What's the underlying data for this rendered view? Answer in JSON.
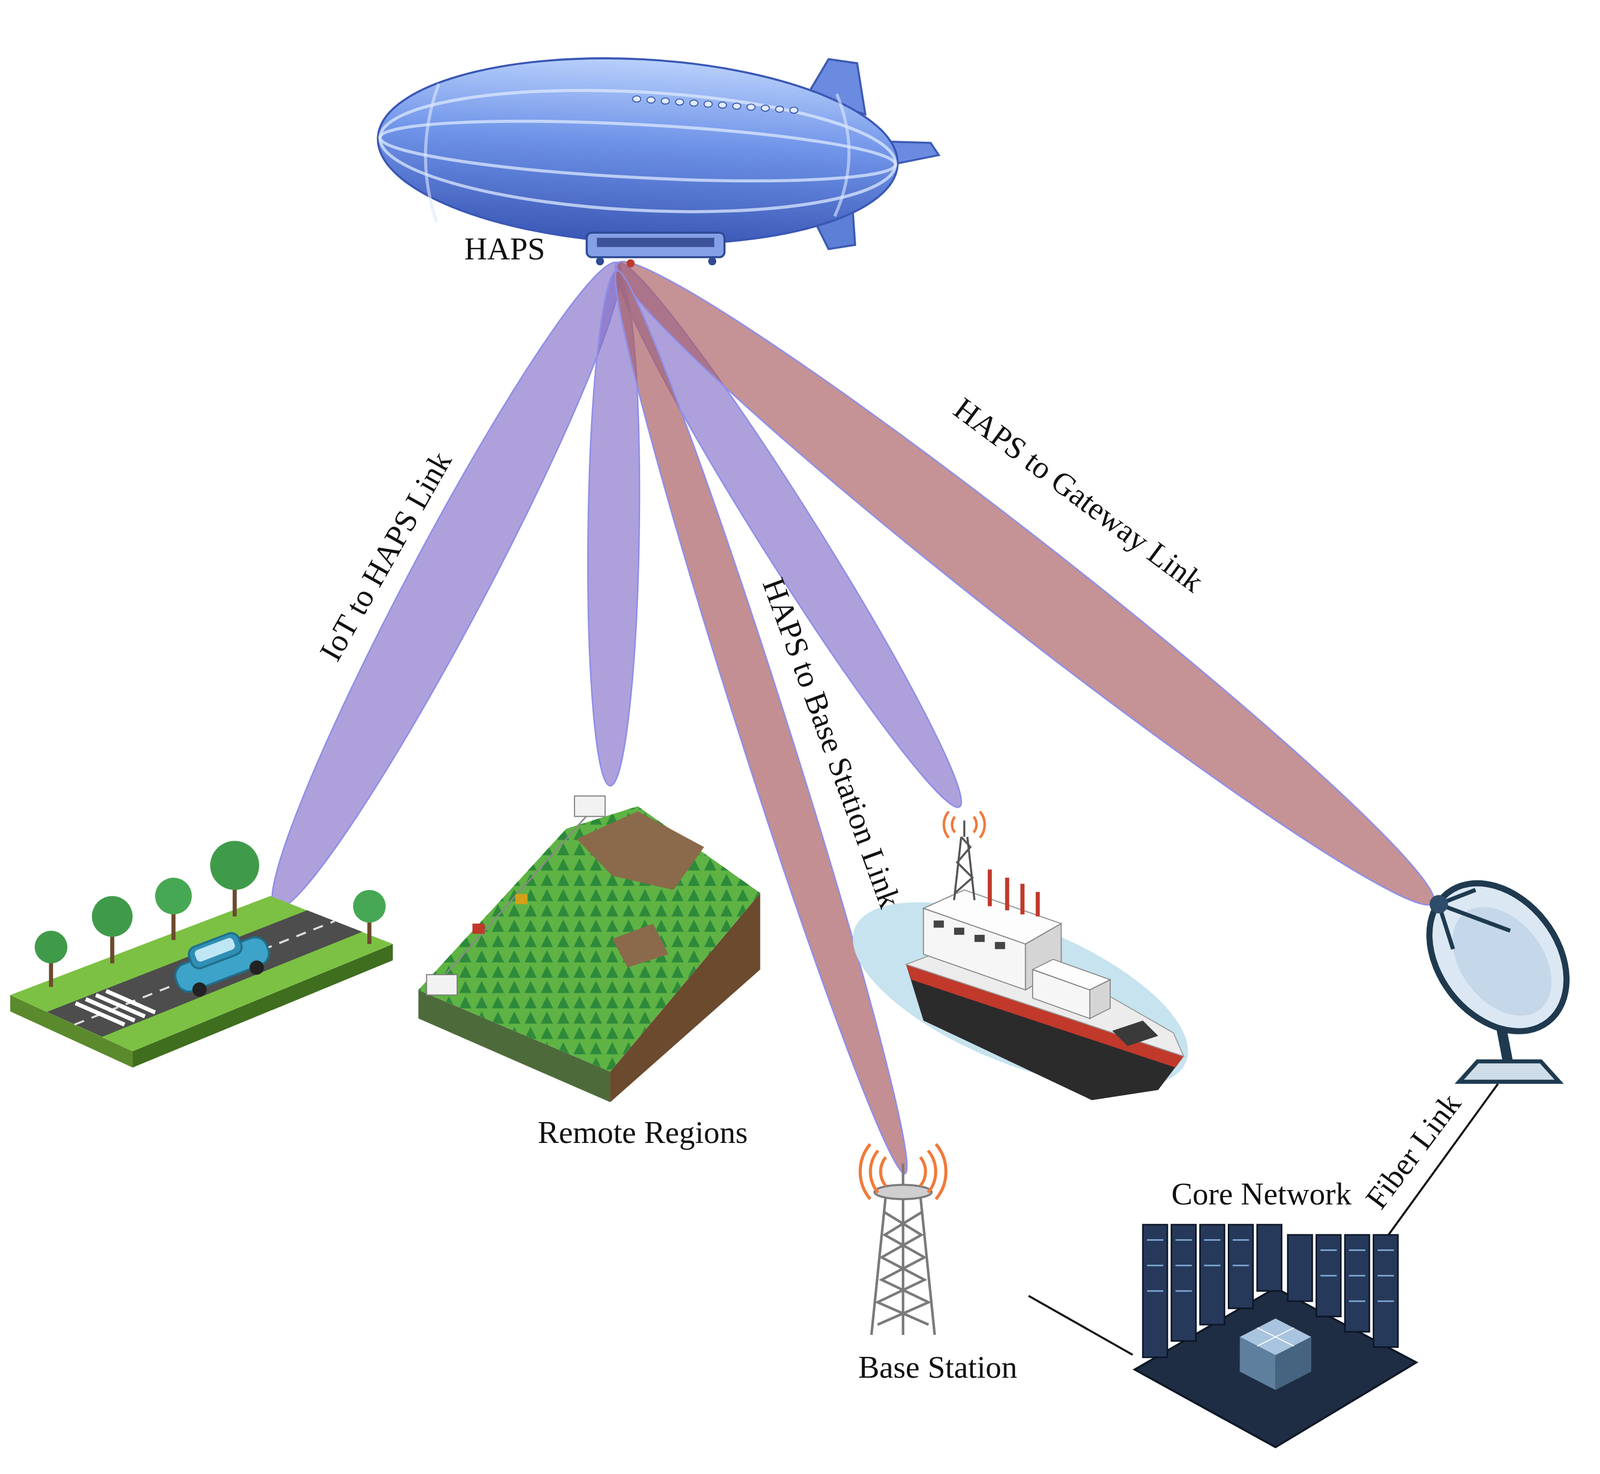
{
  "diagram": {
    "nodes": [
      {
        "text": [
          "HAPS"
        ]
      },
      {
        "text": [
          "Remote Regions"
        ]
      },
      {
        "text": [
          "Base Station"
        ]
      },
      {
        "text": [
          "Core Network"
        ]
      }
    ],
    "edges": [
      {
        "from": 0,
        "to": 1,
        "arrow": "none"
      },
      {
        "from": 0,
        "to": 2,
        "arrow": "none",
        "label": "HAPS to Base Station Link"
      },
      {
        "from": 2,
        "to": 3,
        "arrow": "none"
      }
    ],
    "labels": [
      "IoT to HAPS Link",
      "HAPS to Gateway Link",
      "Fiber Link"
    ]
  }
}
